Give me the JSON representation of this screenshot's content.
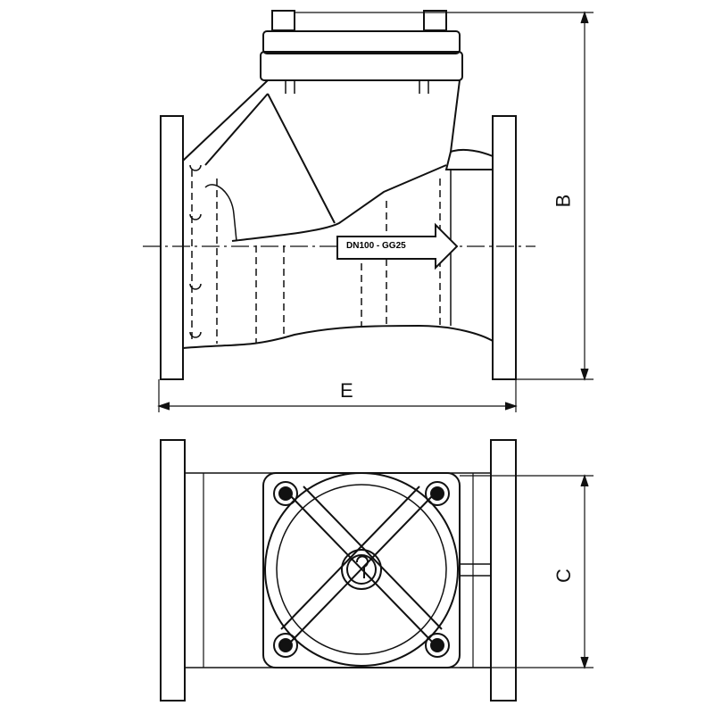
{
  "dimensions": {
    "B": "B",
    "E": "E",
    "C": "C"
  },
  "body_marking": "DN100 - GG25",
  "colors": {
    "line": "#111111",
    "background": "#ffffff"
  }
}
